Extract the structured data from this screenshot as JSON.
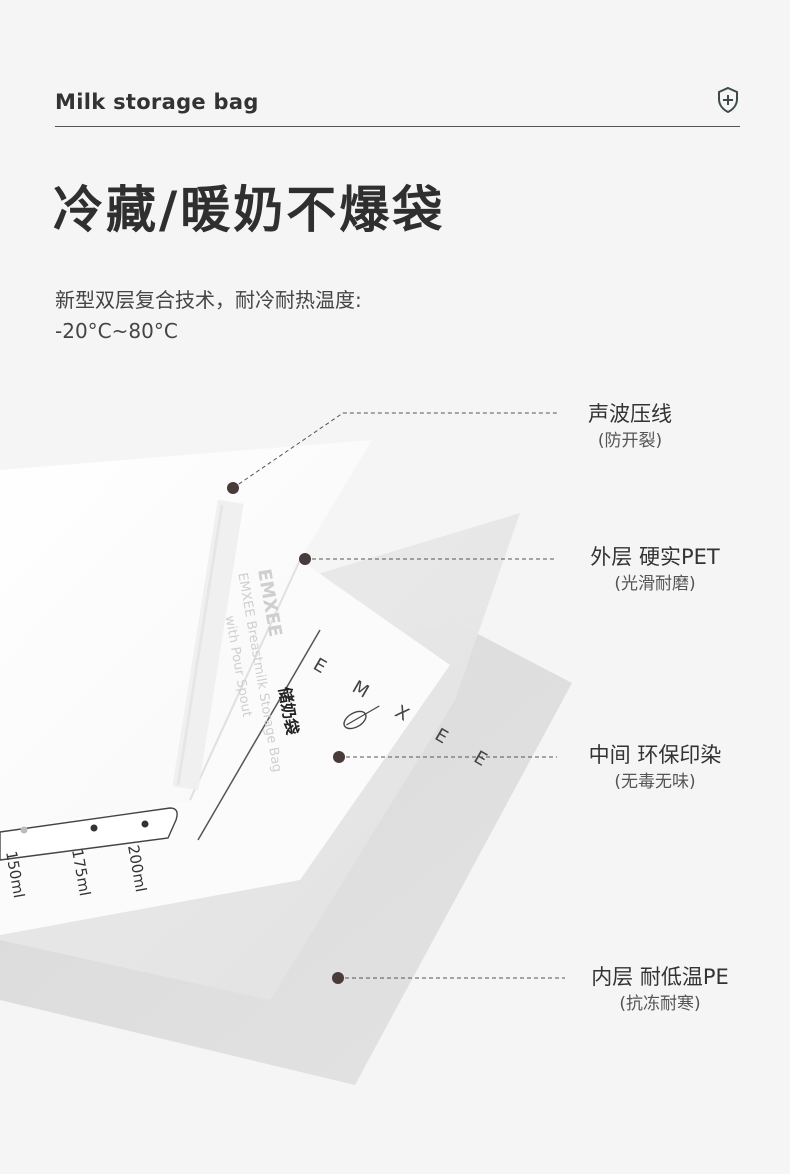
{
  "header": {
    "title": "Milk storage bag",
    "icon": "shield-plus-icon"
  },
  "page_title": "冷藏/暖奶不爆袋",
  "description": {
    "line1": "新型双层复合技术，耐冷耐热温度:",
    "line2": "-20°C~80°C"
  },
  "bag": {
    "brand_vertical": "EMXEE",
    "product_name": "EMXEE Breastmilk Storage Bag",
    "product_sub": "with Pour Spout",
    "chinese_name": "储奶袋",
    "logo_text": "E M X E E",
    "scale": [
      "200ml",
      "175ml",
      "150ml"
    ]
  },
  "callouts": [
    {
      "main": "声波压线",
      "sub": "(防开裂)"
    },
    {
      "main": "外层  硬实PET",
      "sub": "(光滑耐磨)"
    },
    {
      "main": "中间  环保印染",
      "sub": "(无毒无味)"
    },
    {
      "main": "内层  耐低温PE",
      "sub": "(抗冻耐寒)"
    }
  ],
  "colors": {
    "background": "#f5f5f5",
    "text": "#2f2f2f",
    "dot": "#4a3b3b",
    "leader": "#555555"
  }
}
